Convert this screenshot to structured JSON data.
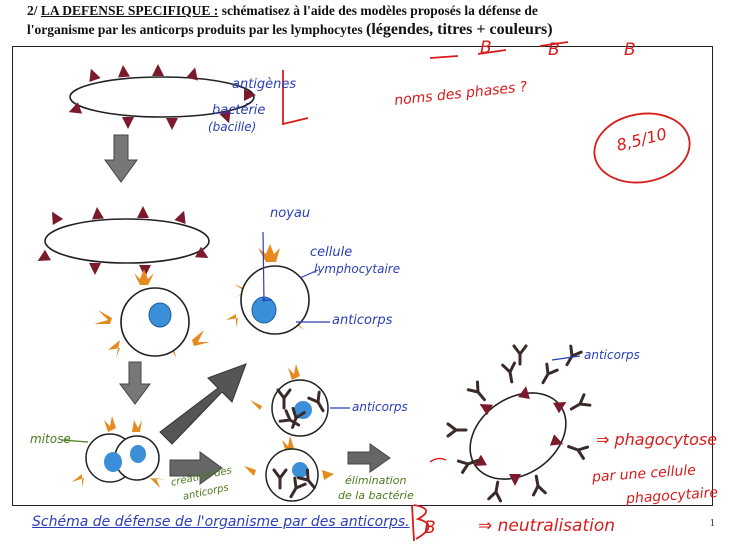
{
  "header": {
    "number": "2/",
    "title": "LA DEFENSE SPECIFIQUE :",
    "instruction_line1": "schématisez à l'aide des modèles proposés la défense de",
    "instruction_line2": "l'organisme par les anticorps produits par les lymphocytes",
    "instruction_bracket": "(légendes, titres + couleurs)"
  },
  "labels": {
    "antigenes": "antigènes",
    "bacterie": "bactérie",
    "bacille": "(bacille)",
    "noyau": "noyau",
    "cellule": "cellule",
    "lymphocytaire": "lymphocytaire",
    "anticorps_1": "anticorps",
    "anticorps_2": "anticorps",
    "anticorps_3": "anticorps",
    "mitose": "mitose",
    "creation_1": "création des",
    "creation_2": "anticorps",
    "elimination_1": "élimination",
    "elimination_2": "de la bactérie",
    "phago_1": "⇒ phagocytose",
    "phago_2": "par une cellule",
    "phago_3": "phagocytaire",
    "neutralisation": "⇒ neutralisation",
    "title": "Schéma de défense de l'organisme par des anticorps."
  },
  "teacher_marks": {
    "grade": "8,5/10",
    "comment": "noms des phases ?",
    "b1": "B",
    "b2": "B",
    "b3": "B",
    "b4": "B"
  },
  "page_number": "1",
  "colors": {
    "spike": "#7a1a2a",
    "nucleus": "#3b8ed8",
    "antibody": "#e48a1e",
    "arrow": "#777777",
    "ink_blue": "#2a3fb8",
    "ink_green": "#4d7a1e",
    "ink_red": "#d81b1b"
  }
}
